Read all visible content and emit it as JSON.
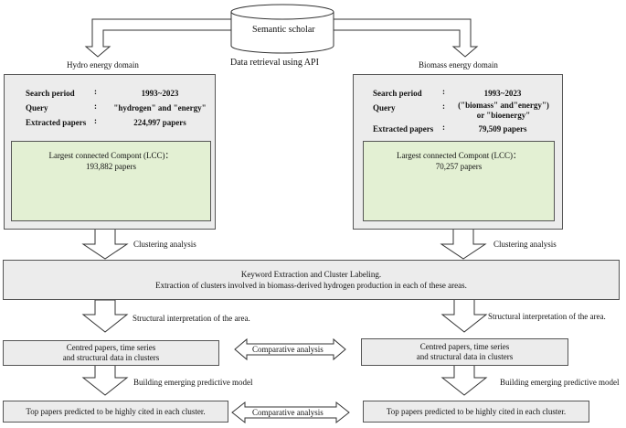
{
  "source": {
    "name": "Semantic scholar",
    "method": "Data retrieval using API"
  },
  "hydro": {
    "domain_label": "Hydro energy domain",
    "period_label": "Search period",
    "period": "1993~2023",
    "query_label": "Query",
    "query": "\"hydrogen\" and \"energy\"",
    "papers_label": "Extracted papers",
    "papers": "224,997 papers",
    "lcc_line1": "Largest connected Compont (LCC)：",
    "lcc_line2": "193,882 papers",
    "clustering": "Clustering analysis"
  },
  "biomass": {
    "domain_label": "Biomass energy domain",
    "period_label": "Search period",
    "period": "1993~2023",
    "query_label": "Query",
    "query_line1": "(\"biomass\" and\"energy\")",
    "query_line2": "or \"bioenergy\"",
    "papers_label": "Extracted papers",
    "papers": "79,509 papers",
    "lcc_line1": "Largest connected Compont (LCC)：",
    "lcc_line2": "70,257 papers",
    "clustering": "Clustering analysis"
  },
  "colon": ":",
  "keyword_box": {
    "line1": "Keyword Extraction  and Cluster Labeling.",
    "line2": "Extraction of clusters involved in biomass-derived hydrogen production in each of these areas."
  },
  "structural_label": "Structural interpretation of the area.",
  "centred_box": {
    "line1": "Centred papers, time series",
    "line2": "and structural data in clusters"
  },
  "comparative_label": "Comparative analysis",
  "model_label": "Building emerging predictive model",
  "top_papers": "Top papers predicted to be highly cited in each cluster.",
  "colors": {
    "panel": "#ececec",
    "lcc": "#e3f0d3",
    "node": "#222222",
    "border": "#555555"
  }
}
